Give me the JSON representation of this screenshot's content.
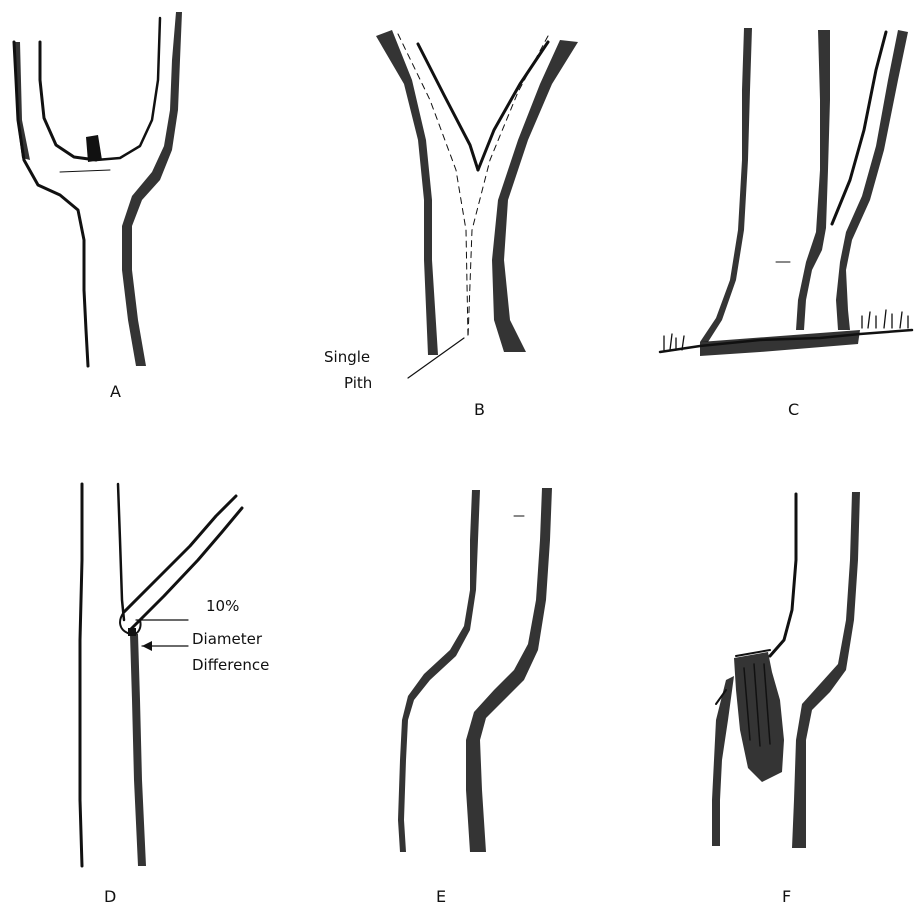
{
  "panels": [
    {
      "letter": "A"
    },
    {
      "letter": "B",
      "annotation": [
        "Single",
        "Pith"
      ]
    },
    {
      "letter": "C"
    },
    {
      "letter": "D",
      "annotation": [
        "10%",
        "Diameter",
        "Difference"
      ]
    },
    {
      "letter": "E"
    },
    {
      "letter": "F"
    }
  ]
}
